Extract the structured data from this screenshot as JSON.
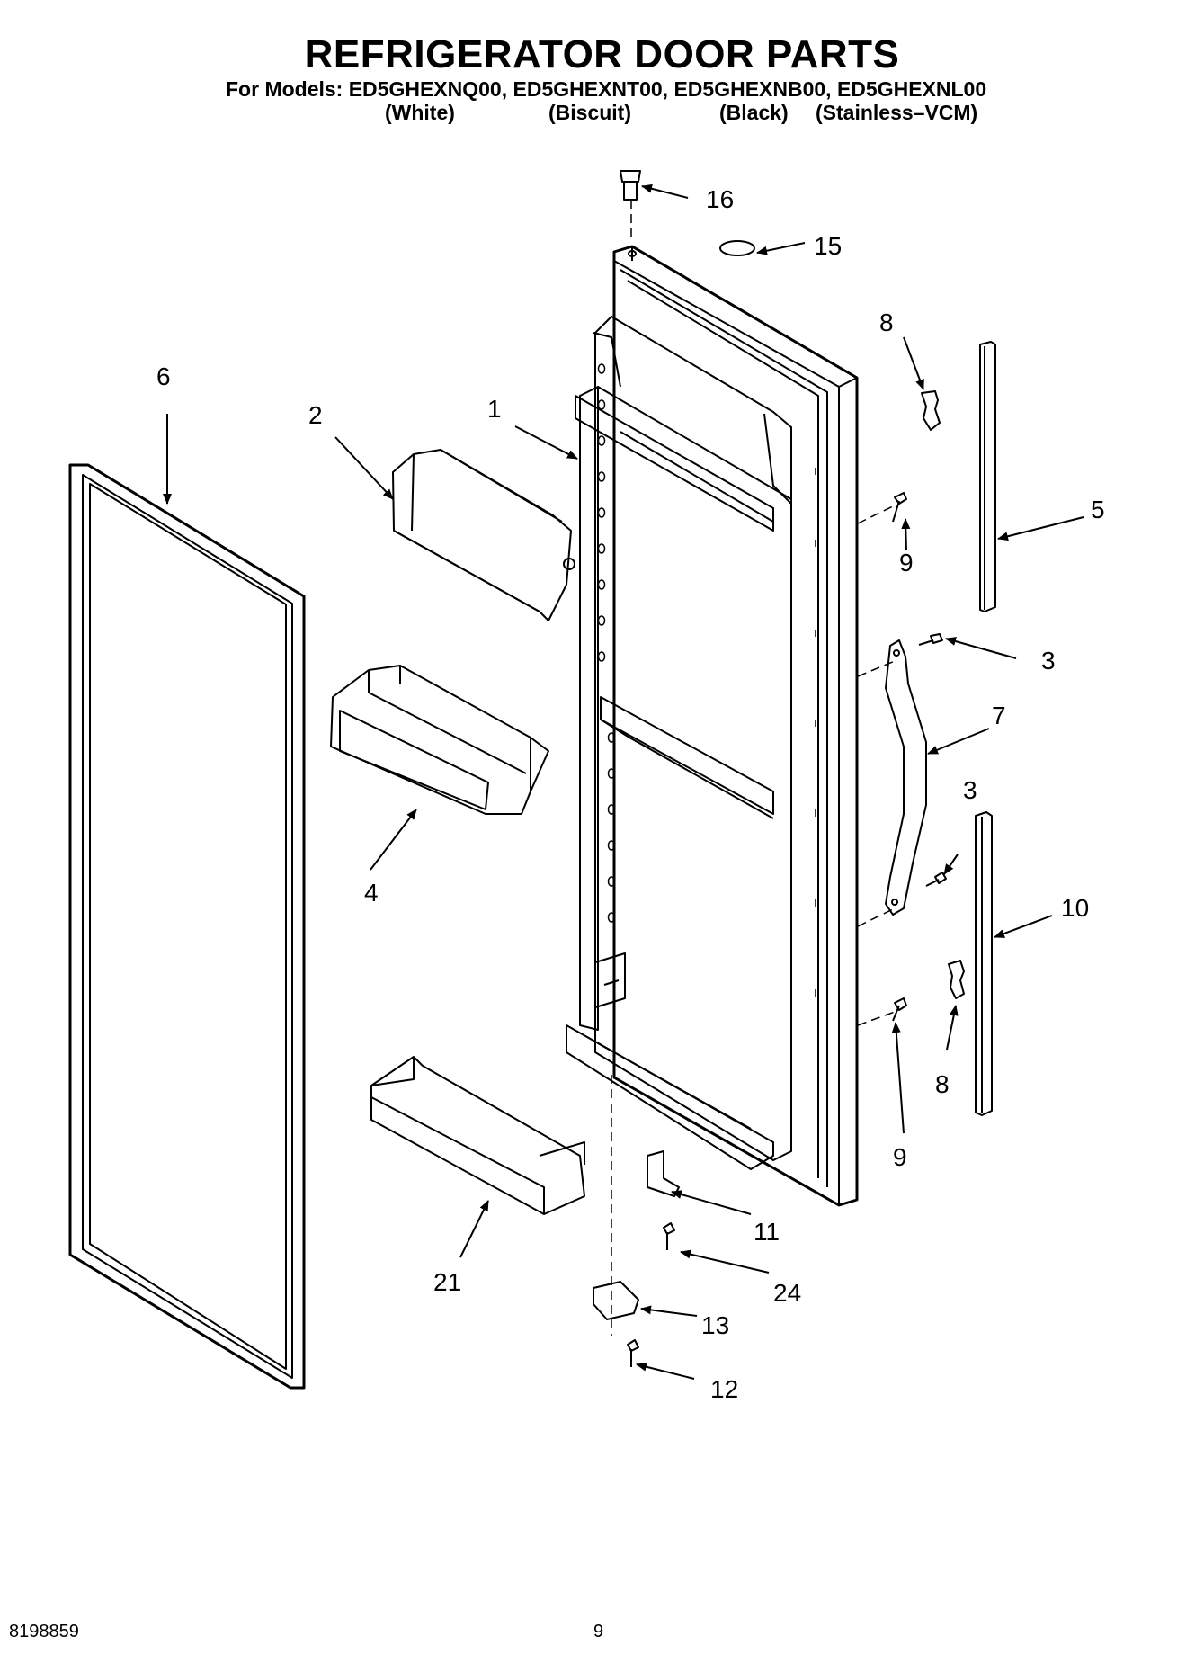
{
  "header": {
    "title": "REFRIGERATOR DOOR PARTS",
    "models_line": "For Models: ED5GHEXNQ00, ED5GHEXNT00, ED5GHEXNB00, ED5GHEXNL00",
    "colors": [
      "(White)",
      "(Biscuit)",
      "(Black)",
      "(Stainless–VCM)"
    ]
  },
  "callouts": [
    "16",
    "15",
    "8",
    "6",
    "2",
    "1",
    "5",
    "9",
    "3",
    "7",
    "3",
    "10",
    "4",
    "8",
    "9",
    "11",
    "24",
    "21",
    "13",
    "12"
  ],
  "footer": {
    "doc_number": "8198859",
    "page_number": "9"
  }
}
